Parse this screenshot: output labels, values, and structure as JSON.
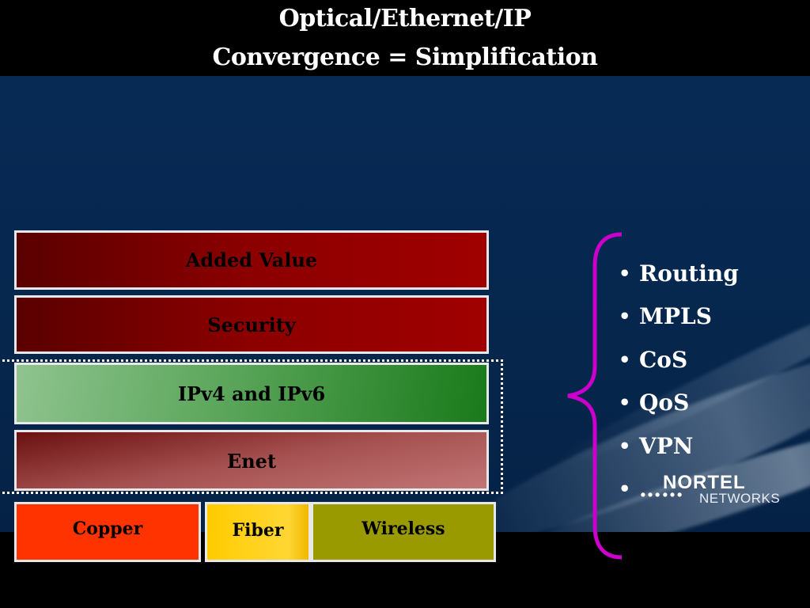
{
  "title": {
    "line1": "Optical/Ethernet/IP",
    "line2": "Convergence = Simplification"
  },
  "layers": {
    "added_value": "Added Value",
    "security": "Security",
    "ip": "IPv4 and IPv6",
    "enet": "Enet"
  },
  "physical": {
    "copper": "Copper",
    "fiber": "Fiber",
    "wireless": "Wireless"
  },
  "services": [
    "Routing",
    "MPLS",
    "CoS",
    "QoS",
    "VPN",
    "……"
  ],
  "logo": {
    "name": "NORTEL",
    "sub": "NETWORKS"
  },
  "colors": {
    "added_value": "#8a0000",
    "ip_layer": "#2e8a2e",
    "enet": "#b56a6a",
    "copper": "#ff3300",
    "fiber": "#ffcc00",
    "wireless": "#999900",
    "brace": "#cc00cc"
  }
}
